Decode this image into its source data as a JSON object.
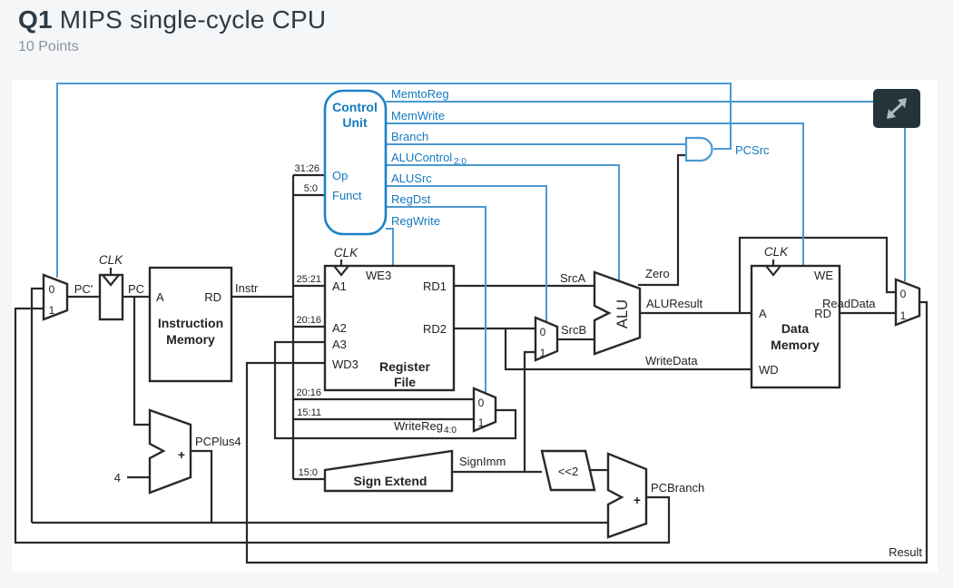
{
  "header": {
    "question_number": "Q1",
    "title": "MIPS single-cycle CPU",
    "points": "10 Points"
  },
  "expand_button": {
    "icon": "expand-arrows"
  },
  "colors": {
    "page_bg": "#f5f6f8",
    "diagram_bg": "#ffffff",
    "wire_black": "#2b2829",
    "wire_blue": "#4a99d0",
    "control_blue": "#1379bf",
    "header_text": "#2d3b45",
    "points_text": "#8d9499",
    "expand_button_bg": "#233539"
  },
  "diagram": {
    "clk": "CLK",
    "mux": {
      "zero": "0",
      "one": "1"
    },
    "plus": "+",
    "blocks": {
      "control_unit": {
        "line1": "Control",
        "line2": "Unit"
      },
      "instruction_memory": {
        "line1": "Instruction",
        "line2": "Memory"
      },
      "register_file": {
        "line1": "Register",
        "line2": "File"
      },
      "data_memory": {
        "line1": "Data",
        "line2": "Memory"
      },
      "sign_extend": "Sign Extend",
      "shift_left2": "<<2",
      "alu": "ALU"
    },
    "ports": {
      "a": "A",
      "rd": "RD",
      "wd": "WD",
      "we": "WE",
      "a1": "A1",
      "a2": "A2",
      "a3": "A3",
      "wd3": "WD3",
      "we3": "WE3",
      "rd1": "RD1",
      "rd2": "RD2",
      "op": "Op",
      "funct": "Funct"
    },
    "control_outputs": {
      "memtoreg": "MemtoReg",
      "memwrite": "MemWrite",
      "branch": "Branch",
      "alucontrol": "ALUControl",
      "alucontrol_sub": "2:0",
      "alusrc": "ALUSrc",
      "regdst": "RegDst",
      "regwrite": "RegWrite",
      "pcsrc": "PCSrc"
    },
    "signals": {
      "pc_prime": "PC'",
      "pc": "PC",
      "instr": "Instr",
      "srca": "SrcA",
      "srcb": "SrcB",
      "zero": "Zero",
      "aluresult": "ALUResult",
      "writedata": "WriteData",
      "readdata": "ReadData",
      "result": "Result",
      "signimm": "SignImm",
      "pcplus4": "PCPlus4",
      "pcbranch": "PCBranch",
      "writereg": "WriteReg",
      "writereg_sub": "4:0",
      "four": "4"
    },
    "bit_labels": {
      "b31_26": "31:26",
      "b5_0": "5:0",
      "b25_21": "25:21",
      "b20_16_a": "20:16",
      "b20_16_b": "20:16",
      "b15_11": "15:11",
      "b15_0": "15:0"
    }
  }
}
